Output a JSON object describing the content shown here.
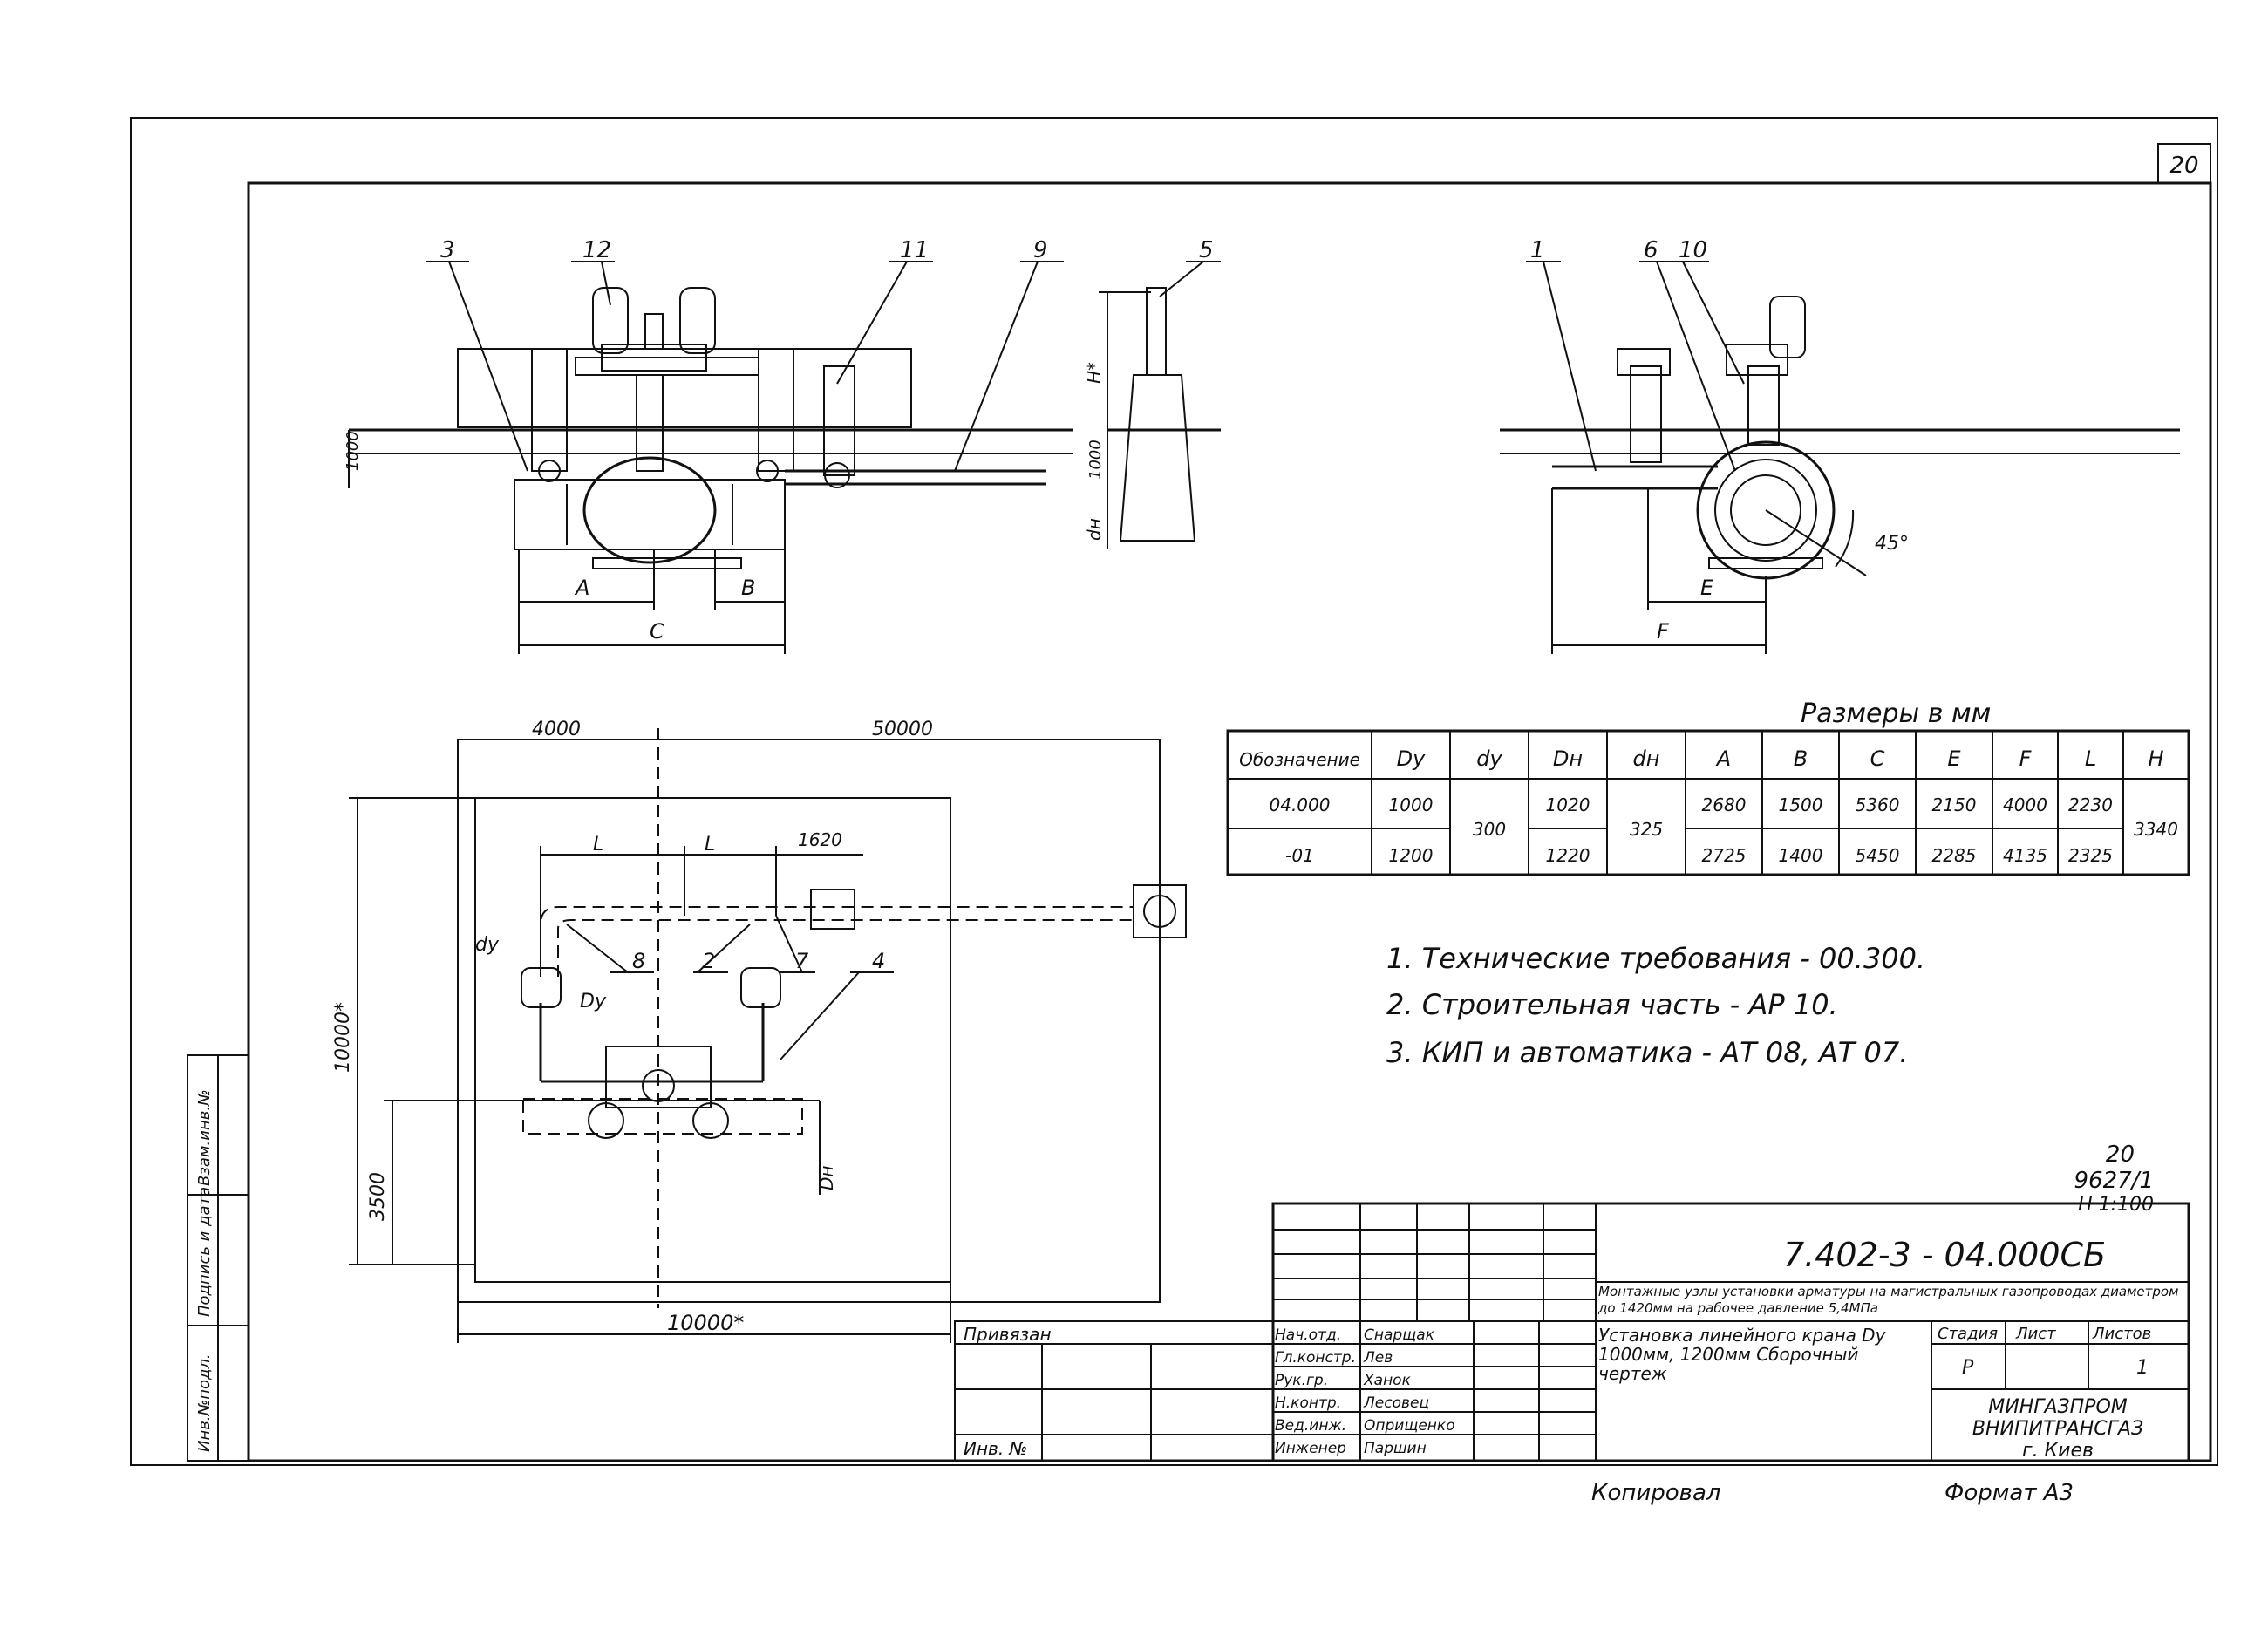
{
  "sheet_number": "20",
  "callouts": [
    "3",
    "12",
    "11",
    "9",
    "5",
    "1",
    "6",
    "10",
    "8",
    "2",
    "7",
    "4"
  ],
  "side_dims": [
    "1000",
    "1000",
    "dн",
    "H*"
  ],
  "plan_dims": {
    "top_left": "4000",
    "top_right": "50000",
    "l1": "L",
    "l2": "L",
    "offset": "1620",
    "bottom": "10000*",
    "left": "10000*",
    "height": "3500",
    "dy": "dу",
    "Dy": "Dу",
    "dn": "Dн"
  },
  "section_dims": {
    "a": "A",
    "b": "B",
    "c": "C",
    "e": "E",
    "f": "F",
    "angle": "45°"
  },
  "table": {
    "caption": "Размеры в мм",
    "headers": [
      "Обозначение",
      "Dу",
      "dу",
      "Dн",
      "dн",
      "A",
      "B",
      "C",
      "E",
      "F",
      "L",
      "H"
    ],
    "rows": [
      {
        "designation": "04.000",
        "Dy": "1000",
        "dy": "300",
        "Dn": "1020",
        "dn": "325",
        "A": "2680",
        "B": "1500",
        "C": "5360",
        "E": "2150",
        "F": "4000",
        "L": "2230",
        "H": "3340"
      },
      {
        "designation": "-01",
        "Dy": "1200",
        "dy": "",
        "Dn": "1220",
        "dn": "",
        "A": "2725",
        "B": "1400",
        "C": "5450",
        "E": "2285",
        "F": "4135",
        "L": "2325",
        "H": ""
      }
    ]
  },
  "notes": [
    "1. Технические требования - 00.300.",
    "2. Строительная часть - АР 10.",
    "3. КИП и автоматика - АТ 08, АТ 07."
  ],
  "stamp_ref": {
    "l1": "20",
    "l2": "9627/1",
    "l3": "Н 1:100"
  },
  "title_block": {
    "code": "7.402-3 - 04.000СБ",
    "description": "Монтажные узлы установки арматуры на магистральных газопроводах диаметром до 1420мм на рабочее давление 5,4МПа",
    "drawing_title": "Установка линейного крана Dу 1000мм, 1200мм Сборочный чертеж",
    "stage_label": "Стадия",
    "sheet_label": "Лист",
    "sheets_label": "Листов",
    "stage": "Р",
    "sheet": "",
    "sheets": "1",
    "org_1": "МИНГАЗПРОМ",
    "org_2": "ВНИПИТРАНСГАЗ",
    "org_3": "г. Киев",
    "privyazan": "Привязан",
    "inv": "Инв. №",
    "staff": [
      {
        "role": "Нач.отд.",
        "name": "Снарщак"
      },
      {
        "role": "Гл.констр.",
        "name": "Лев"
      },
      {
        "role": "Рук.гр.",
        "name": "Ханок"
      },
      {
        "role": "Н.контр.",
        "name": "Лесовец"
      },
      {
        "role": "Вед.инж.",
        "name": "Оприщенко"
      },
      {
        "role": "Инженер",
        "name": "Паршин"
      }
    ]
  },
  "footer": {
    "copied": "Копировал",
    "format": "Формат А3"
  },
  "side_strip": [
    "Инв.№подл.",
    "Подпись и дата",
    "Взам.инв.№"
  ]
}
